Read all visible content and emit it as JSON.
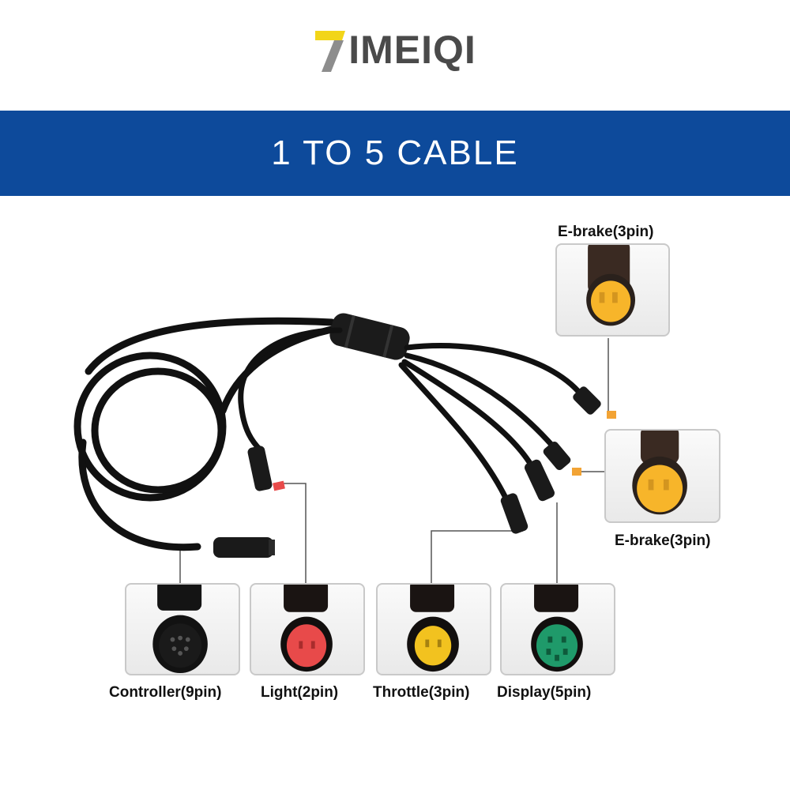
{
  "brand": {
    "logo_text": "IMEIQI",
    "logo_mark_colors": {
      "top": "#f2d519",
      "stem": "#8d8d8d"
    }
  },
  "banner": {
    "title": "1 TO 5 CABLE",
    "background": "#0d4a9b"
  },
  "connectors": [
    {
      "label": "E-brake(3pin)",
      "insert_color": "#f7b52a"
    },
    {
      "label": "E-brake(3pin)",
      "insert_color": "#f7b52a"
    },
    {
      "label": "Controller(9pin)",
      "insert_color": "#1a1a1a"
    },
    {
      "label": "Light(2pin)",
      "insert_color": "#e84a4a"
    },
    {
      "label": "Throttle(3pin)",
      "insert_color": "#f2c21f"
    },
    {
      "label": "Display(5pin)",
      "insert_color": "#1f9a6a"
    }
  ]
}
